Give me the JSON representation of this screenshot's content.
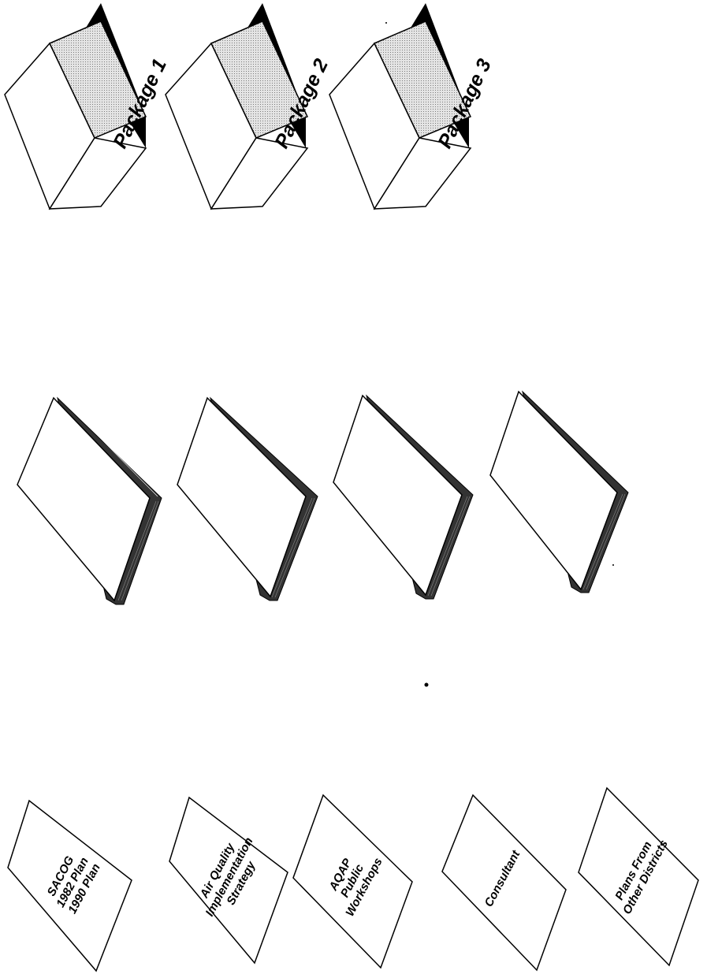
{
  "packages": [
    {
      "label": "Package 1"
    },
    {
      "label": "Package 2"
    },
    {
      "label": "Package 3"
    }
  ],
  "stacks_count_note": "",
  "sources": [
    {
      "lines": [
        "SACOG",
        "1982 Plan",
        "1990 Plan"
      ]
    },
    {
      "lines": [
        "Air Quality",
        "Implementation",
        "Strategy"
      ]
    },
    {
      "lines": [
        "AQAP",
        "Public",
        "Workshops"
      ]
    },
    {
      "lines": [
        "Consultant"
      ]
    },
    {
      "lines": [
        "Plans From",
        "Other Districts"
      ]
    }
  ],
  "colors": {
    "line": "#000000",
    "paper": "#ffffff",
    "label_face": "#cfcfcf",
    "shadow": "#000000"
  }
}
